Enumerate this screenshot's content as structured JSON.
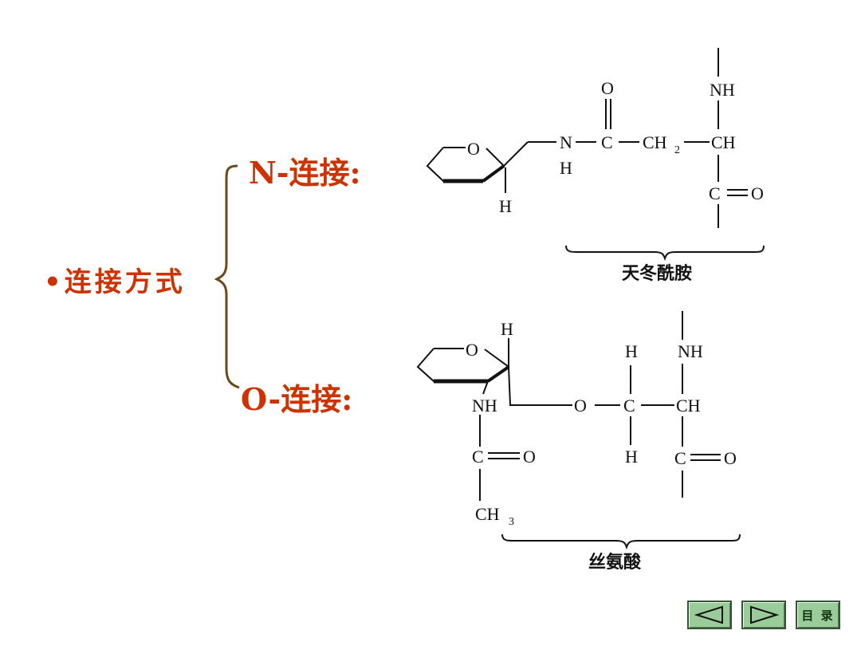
{
  "slide": {
    "bullet": "•连接方式",
    "n_link_label": "N-连接:",
    "o_link_label": "O-连接:"
  },
  "n_structure": {
    "atoms": {
      "ring_o": "O",
      "n": "N",
      "nh_h": "H",
      "c": "C",
      "o_top": "O",
      "ch2": "CH",
      "ch2_sub": "2",
      "ch": "CH",
      "nh_top": "NH",
      "co_c": "C",
      "co_o": "O",
      "anomeric_h": "H"
    },
    "caption": "天冬酰胺"
  },
  "o_structure": {
    "atoms": {
      "ring_o": "O",
      "anomeric_h": "H",
      "nh": "NH",
      "acyl_c": "C",
      "acyl_o": "O",
      "ch3": "CH",
      "ch3_sub": "3",
      "bridge_o": "O",
      "c": "C",
      "h_top": "H",
      "h_bottom": "H",
      "ch": "CH",
      "nh_top": "NH",
      "co_c": "C",
      "co_o": "O"
    },
    "caption": "丝氨酸"
  },
  "nav": {
    "prev_icon": "triangle-left-icon",
    "next_icon": "triangle-right-icon",
    "menu_label": "目 录",
    "color": "#99cc99"
  }
}
